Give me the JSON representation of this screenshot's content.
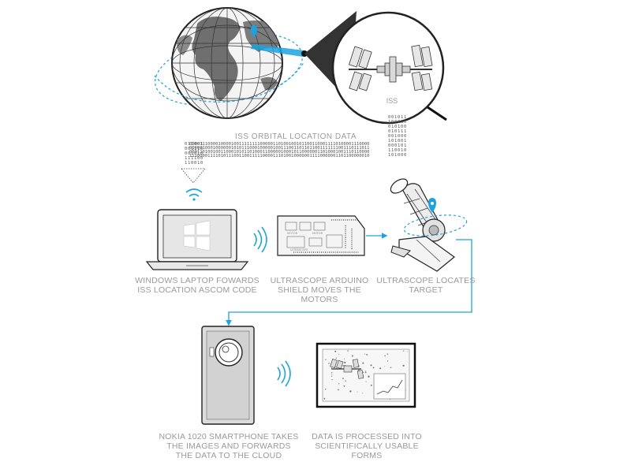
{
  "satellite": {
    "label": "ISS"
  },
  "flow": {
    "orbital_data_label": "ISS ORBITAL LOCATION  DATA"
  },
  "steps": [
    {
      "id": "laptop",
      "lines": [
        "WINDOWS LAPTOP FOWARDS",
        "ISS LOCATION ASCOM CODE"
      ]
    },
    {
      "id": "arduino",
      "lines": [
        "ULTRASCOPE ARDUINO",
        "SHIELD MOVES THE MOTORS"
      ]
    },
    {
      "id": "telescope",
      "lines": [
        "ULTRASCOPE LOCATES",
        "TARGET"
      ]
    },
    {
      "id": "phone",
      "lines": [
        "NOKIA 1020 SMARTPHONE TAKES",
        "THE IMAGES AND FORWARDS",
        "THE DATA TO THE CLOUD"
      ]
    },
    {
      "id": "monitor",
      "lines": [
        "DATA IS PROCESSED INTO",
        "SCIENTIFICALLY USABLE FORMS"
      ]
    }
  ],
  "colors": {
    "accent": "#1aa3e0",
    "line": "#222222",
    "caption": "#9a9a9a",
    "binary": "#555555"
  },
  "icons": [
    "globe-icon",
    "magnifier-icon",
    "iss-satellite-icon",
    "wifi-signal-icon",
    "laptop-icon",
    "windows-logo-icon",
    "arduino-board-icon",
    "telescope-icon",
    "location-pin-icon",
    "smartphone-icon",
    "camera-lens-icon",
    "monitor-icon"
  ]
}
